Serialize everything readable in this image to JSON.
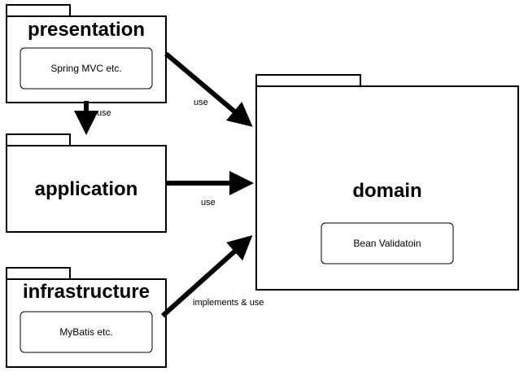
{
  "packages": {
    "presentation": {
      "title": "presentation",
      "inner": "Spring MVC etc."
    },
    "application": {
      "title": "application"
    },
    "infrastructure": {
      "title": "infrastructure",
      "inner": "MyBatis etc."
    },
    "domain": {
      "title": "domain",
      "inner": "Bean Validatoin"
    }
  },
  "edges": {
    "presentation_application": "use",
    "presentation_domain": "use",
    "application_domain": "use",
    "infrastructure_domain": "implements & use"
  },
  "colors": {
    "stroke": "#000000",
    "fill": "#ffffff"
  }
}
